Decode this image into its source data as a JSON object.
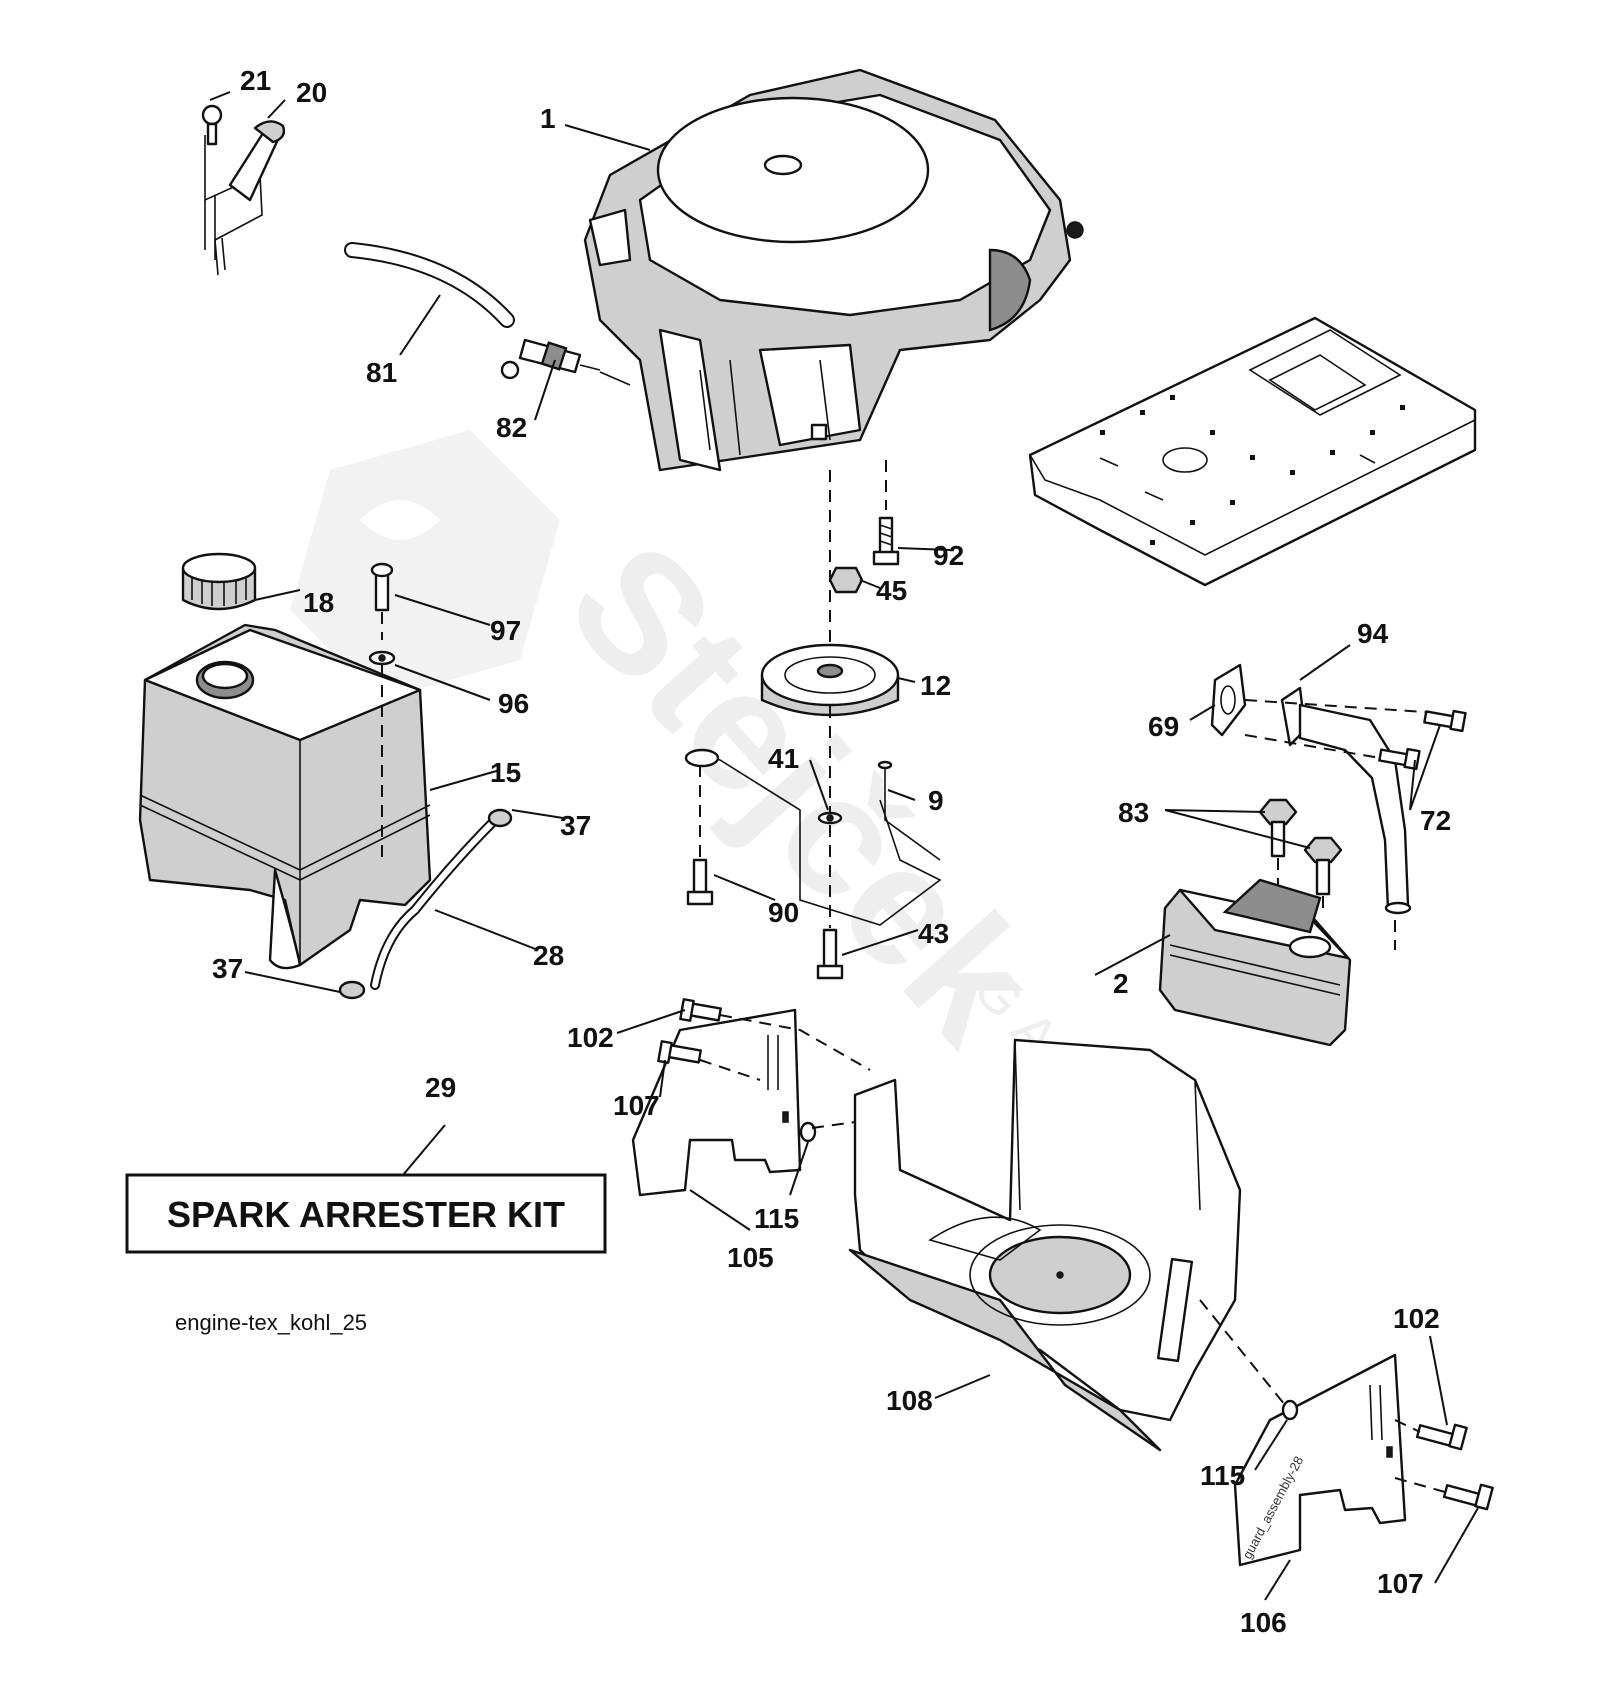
{
  "watermark": {
    "brand": "Stejček",
    "sub": "GARDEN"
  },
  "diagram": {
    "reference_code": "engine-tex_kohl_25",
    "kit_box_label": "SPARK ARRESTER KIT",
    "guard_stamp": "guard_assembly-28"
  },
  "callouts": {
    "c1": "1",
    "c2": "2",
    "c9": "9",
    "c12": "12",
    "c15": "15",
    "c18": "18",
    "c20": "20",
    "c21": "21",
    "c28": "28",
    "c29": "29",
    "c37a": "37",
    "c37b": "37",
    "c41": "41",
    "c43": "43",
    "c45": "45",
    "c69": "69",
    "c72": "72",
    "c81": "81",
    "c82": "82",
    "c83": "83",
    "c90": "90",
    "c92": "92",
    "c94": "94",
    "c96": "96",
    "c97": "97",
    "c102a": "102",
    "c102b": "102",
    "c105": "105",
    "c106": "106",
    "c107a": "107",
    "c107b": "107",
    "c108": "108",
    "c115a": "115",
    "c115b": "115"
  }
}
